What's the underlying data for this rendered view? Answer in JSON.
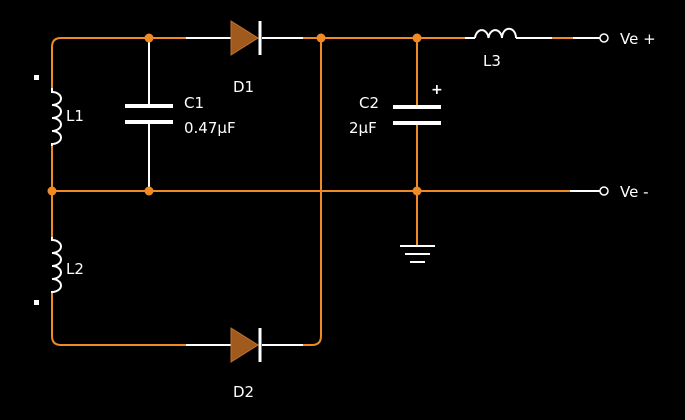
{
  "labels": {
    "l1": "L1",
    "l2": "L2",
    "l3": "L3",
    "c1_name": "C1",
    "c1_value": "0.47µF",
    "c2_name": "C2",
    "c2_value": "2µF",
    "c2_polarity": "+",
    "d1": "D1",
    "d2": "D2",
    "ve_plus": "Ve +",
    "ve_minus": "Ve -"
  },
  "colors": {
    "background": "#000000",
    "wire_active": "#f08a24",
    "wire_inactive": "#ffffff",
    "diode_fill": "#a05a1e",
    "junction": "#f08a24",
    "text": "#ffffff"
  }
}
